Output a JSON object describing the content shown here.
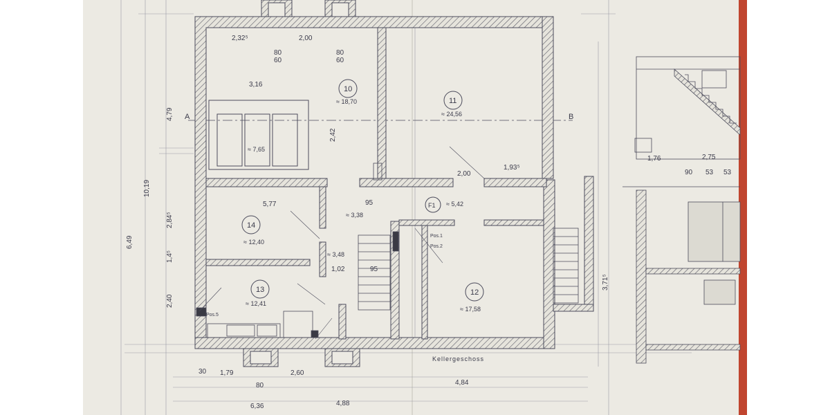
{
  "sheet": {
    "paper_color": "#eceae3",
    "line_color": "#4b4b5b",
    "wall_color": "#5a5a66",
    "edge_color": "#c0452f"
  },
  "rooms": [
    {
      "id": "10",
      "area": "≈ 18,70"
    },
    {
      "id": "11",
      "area": "≈ 24,56"
    },
    {
      "id": "14",
      "area": "≈ 12,40"
    },
    {
      "id": "13",
      "area": "≈ 12,41"
    },
    {
      "id": "12",
      "area": "≈ 17,58"
    },
    {
      "id": "F1",
      "area": "≈ 5,42"
    }
  ],
  "small_areas": {
    "window_area": "≈ 7,65",
    "hall_area": "≈ 3,38",
    "bath_area": "≈ 3,48"
  },
  "section_marks": {
    "a": "A",
    "b": "B"
  },
  "dims_top": {
    "d1": "2,32⁵",
    "d2": "2,00",
    "d3": "3,16",
    "d4": "80",
    "d5": "60",
    "d6": "80",
    "d7": "60"
  },
  "dims_mid": {
    "d1": "5,77",
    "d2": "2,42",
    "d3": "1,02",
    "d4": "95",
    "d5": "95",
    "d6": "1,93⁵",
    "d7": "2,00"
  },
  "dims_left": {
    "d1": "4,79",
    "d2": "10,19",
    "d3": "6,49",
    "d4": "2,84⁵",
    "d5": "2,40",
    "d6": "1,4⁵"
  },
  "dims_bottom": {
    "d1": "1,79",
    "d2": "2,60",
    "d3": "6,36",
    "d4": "4,88",
    "d5": "4,84",
    "d6": "30",
    "d7": "80"
  },
  "dims_right": {
    "d1": "3,71⁵",
    "d2": "2,75",
    "d3": "1,76",
    "d4": "90",
    "d5": "53",
    "d6": "53"
  },
  "stair_labels": {
    "p1": "Pos.1",
    "p2": "Pos.2",
    "p3": "Pos.5"
  },
  "bottom_note": "Kellergeschoss"
}
